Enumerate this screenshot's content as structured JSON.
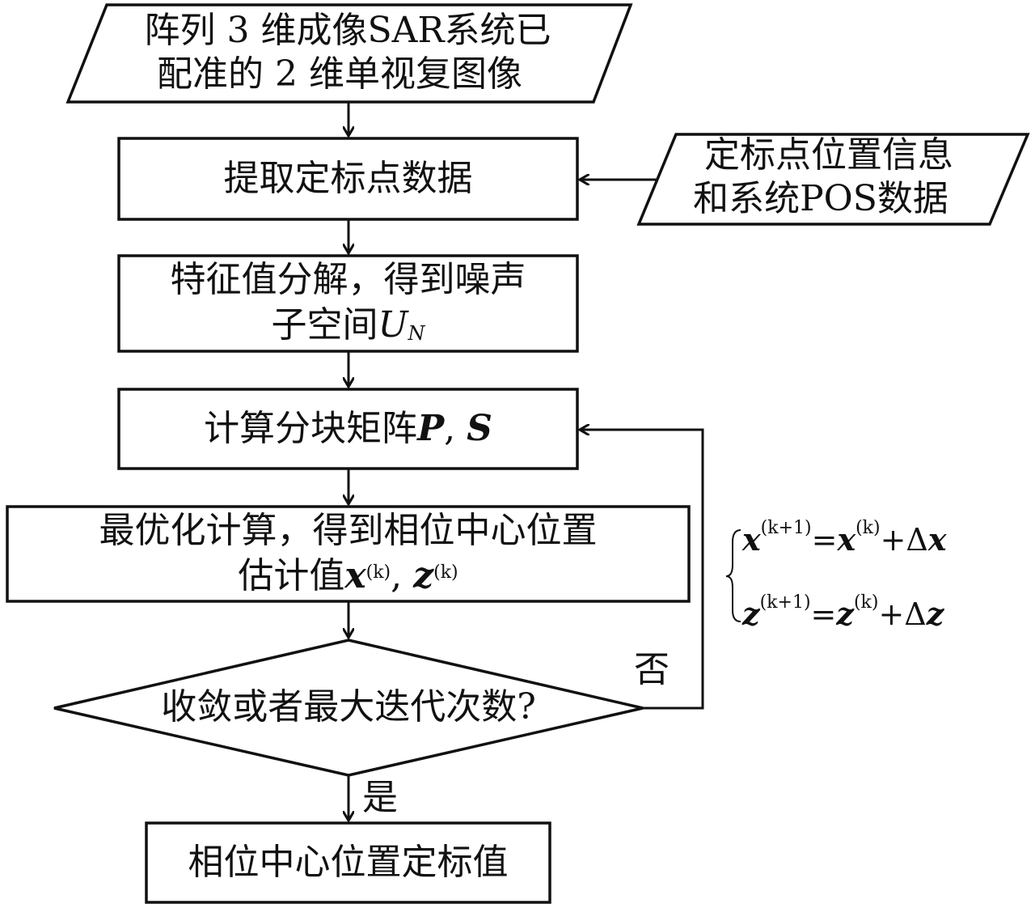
{
  "nodes": {
    "input_sar": {
      "line1": "阵列 3 维成像SAR系统已",
      "line2": "配准的 2 维单视复图像"
    },
    "extract": {
      "label": "提取定标点数据"
    },
    "input_pos": {
      "line1": "定标点位置信息",
      "line2": "和系统POS数据"
    },
    "eigen": {
      "line1": "特征值分解，得到噪声",
      "line2_text": "子空间",
      "line2_var": "U",
      "line2_sub": "N"
    },
    "compute_ps": {
      "text": "计算分块矩阵",
      "var1": "P",
      "sep": ", ",
      "var2": "S"
    },
    "optimize": {
      "line1": "最优化计算，得到相位中心位置",
      "line2_text": "估计值",
      "var_x": "x",
      "var_z": "z",
      "sup": "(k)",
      "sep": ", "
    },
    "decision": {
      "label": "收敛或者最大迭代次数?"
    },
    "output": {
      "label": "相位中心位置定标值"
    }
  },
  "edges": {
    "no_label": "否",
    "yes_label": "是"
  },
  "update_rule": {
    "eq1": {
      "lhs": "x",
      "lhs_sup": "(k+1)",
      "eq": "=",
      "rhs": "x",
      "rhs_sup": "(k)",
      "plus": "+Δ",
      "delta": "x"
    },
    "eq2": {
      "lhs": "z",
      "lhs_sup": "(k+1)",
      "eq": "=",
      "rhs": "z",
      "rhs_sup": "(k)",
      "plus": "+Δ",
      "delta": "z"
    }
  }
}
